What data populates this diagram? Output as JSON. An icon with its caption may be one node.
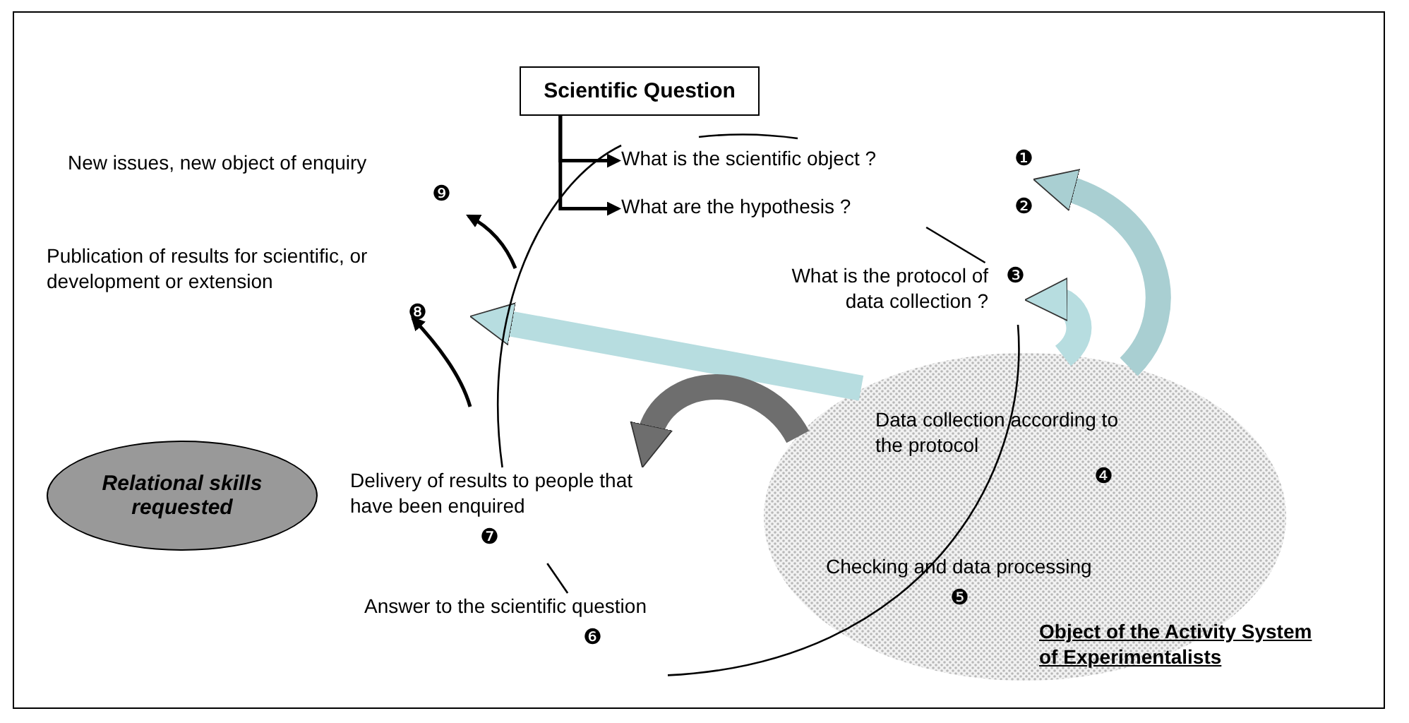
{
  "diagram": {
    "nodes": [
      {
        "text": [
          "Scientific Question"
        ]
      },
      {
        "text": [
          "What is the scientific object ?"
        ],
        "beside": [
          "❶"
        ]
      },
      {
        "text": [
          "What are the hypothesis ?"
        ],
        "beside": [
          "❷"
        ]
      },
      {
        "text": [
          "What is the protocol of data collection ?"
        ],
        "beside": [
          "❸"
        ]
      },
      {
        "text": [
          "Object of the Activity System of Experimentalists"
        ]
      },
      {
        "text": [
          "Data collection according to the protocol"
        ],
        "beside": [
          "❹"
        ],
        "in": 4
      },
      {
        "text": [
          "Checking and data processing"
        ],
        "beside": [
          "❺"
        ],
        "in": 4
      },
      {
        "text": [
          "Answer to the scientific question"
        ],
        "beside": [
          "❻"
        ]
      },
      {
        "text": [
          "Delivery of results to people that have been enquired"
        ],
        "beside": [
          "❼"
        ]
      },
      {
        "text": [
          "Publication of results for scientific, or development or extension"
        ],
        "beside": [
          "❽"
        ]
      },
      {
        "text": [
          "New issues, new object of enquiry"
        ],
        "beside": [
          "❾"
        ]
      },
      {
        "text": [
          "Relational skills requested"
        ]
      }
    ],
    "edges": [
      {
        "from": 0,
        "to": 1,
        "arrow": "to"
      },
      {
        "from": 0,
        "to": 2,
        "arrow": "to"
      },
      {
        "from": 4,
        "to": 1,
        "arrow": "to",
        "style": "thick",
        "color": "#a9cfd2"
      },
      {
        "from": 4,
        "to": 3,
        "arrow": "to",
        "style": "thick",
        "color": "#b7dde0"
      },
      {
        "from": 4,
        "to": 9,
        "arrow": "to",
        "style": "thick",
        "color": "#b7dde0"
      },
      {
        "from": 4,
        "to": 8,
        "arrow": "to",
        "style": "thick",
        "color": "#6e6e6e"
      },
      {
        "from": null,
        "to": 9,
        "arrow": "to"
      },
      {
        "from": null,
        "to": 10,
        "arrow": "to"
      },
      {
        "from": 2,
        "to": 3,
        "arrow": "none"
      },
      {
        "from": 3,
        "to": 7,
        "arrow": "none"
      },
      {
        "from": 8,
        "to": 7,
        "arrow": "none"
      },
      {
        "from": 1,
        "to": 8,
        "arrow": "none"
      }
    ]
  }
}
